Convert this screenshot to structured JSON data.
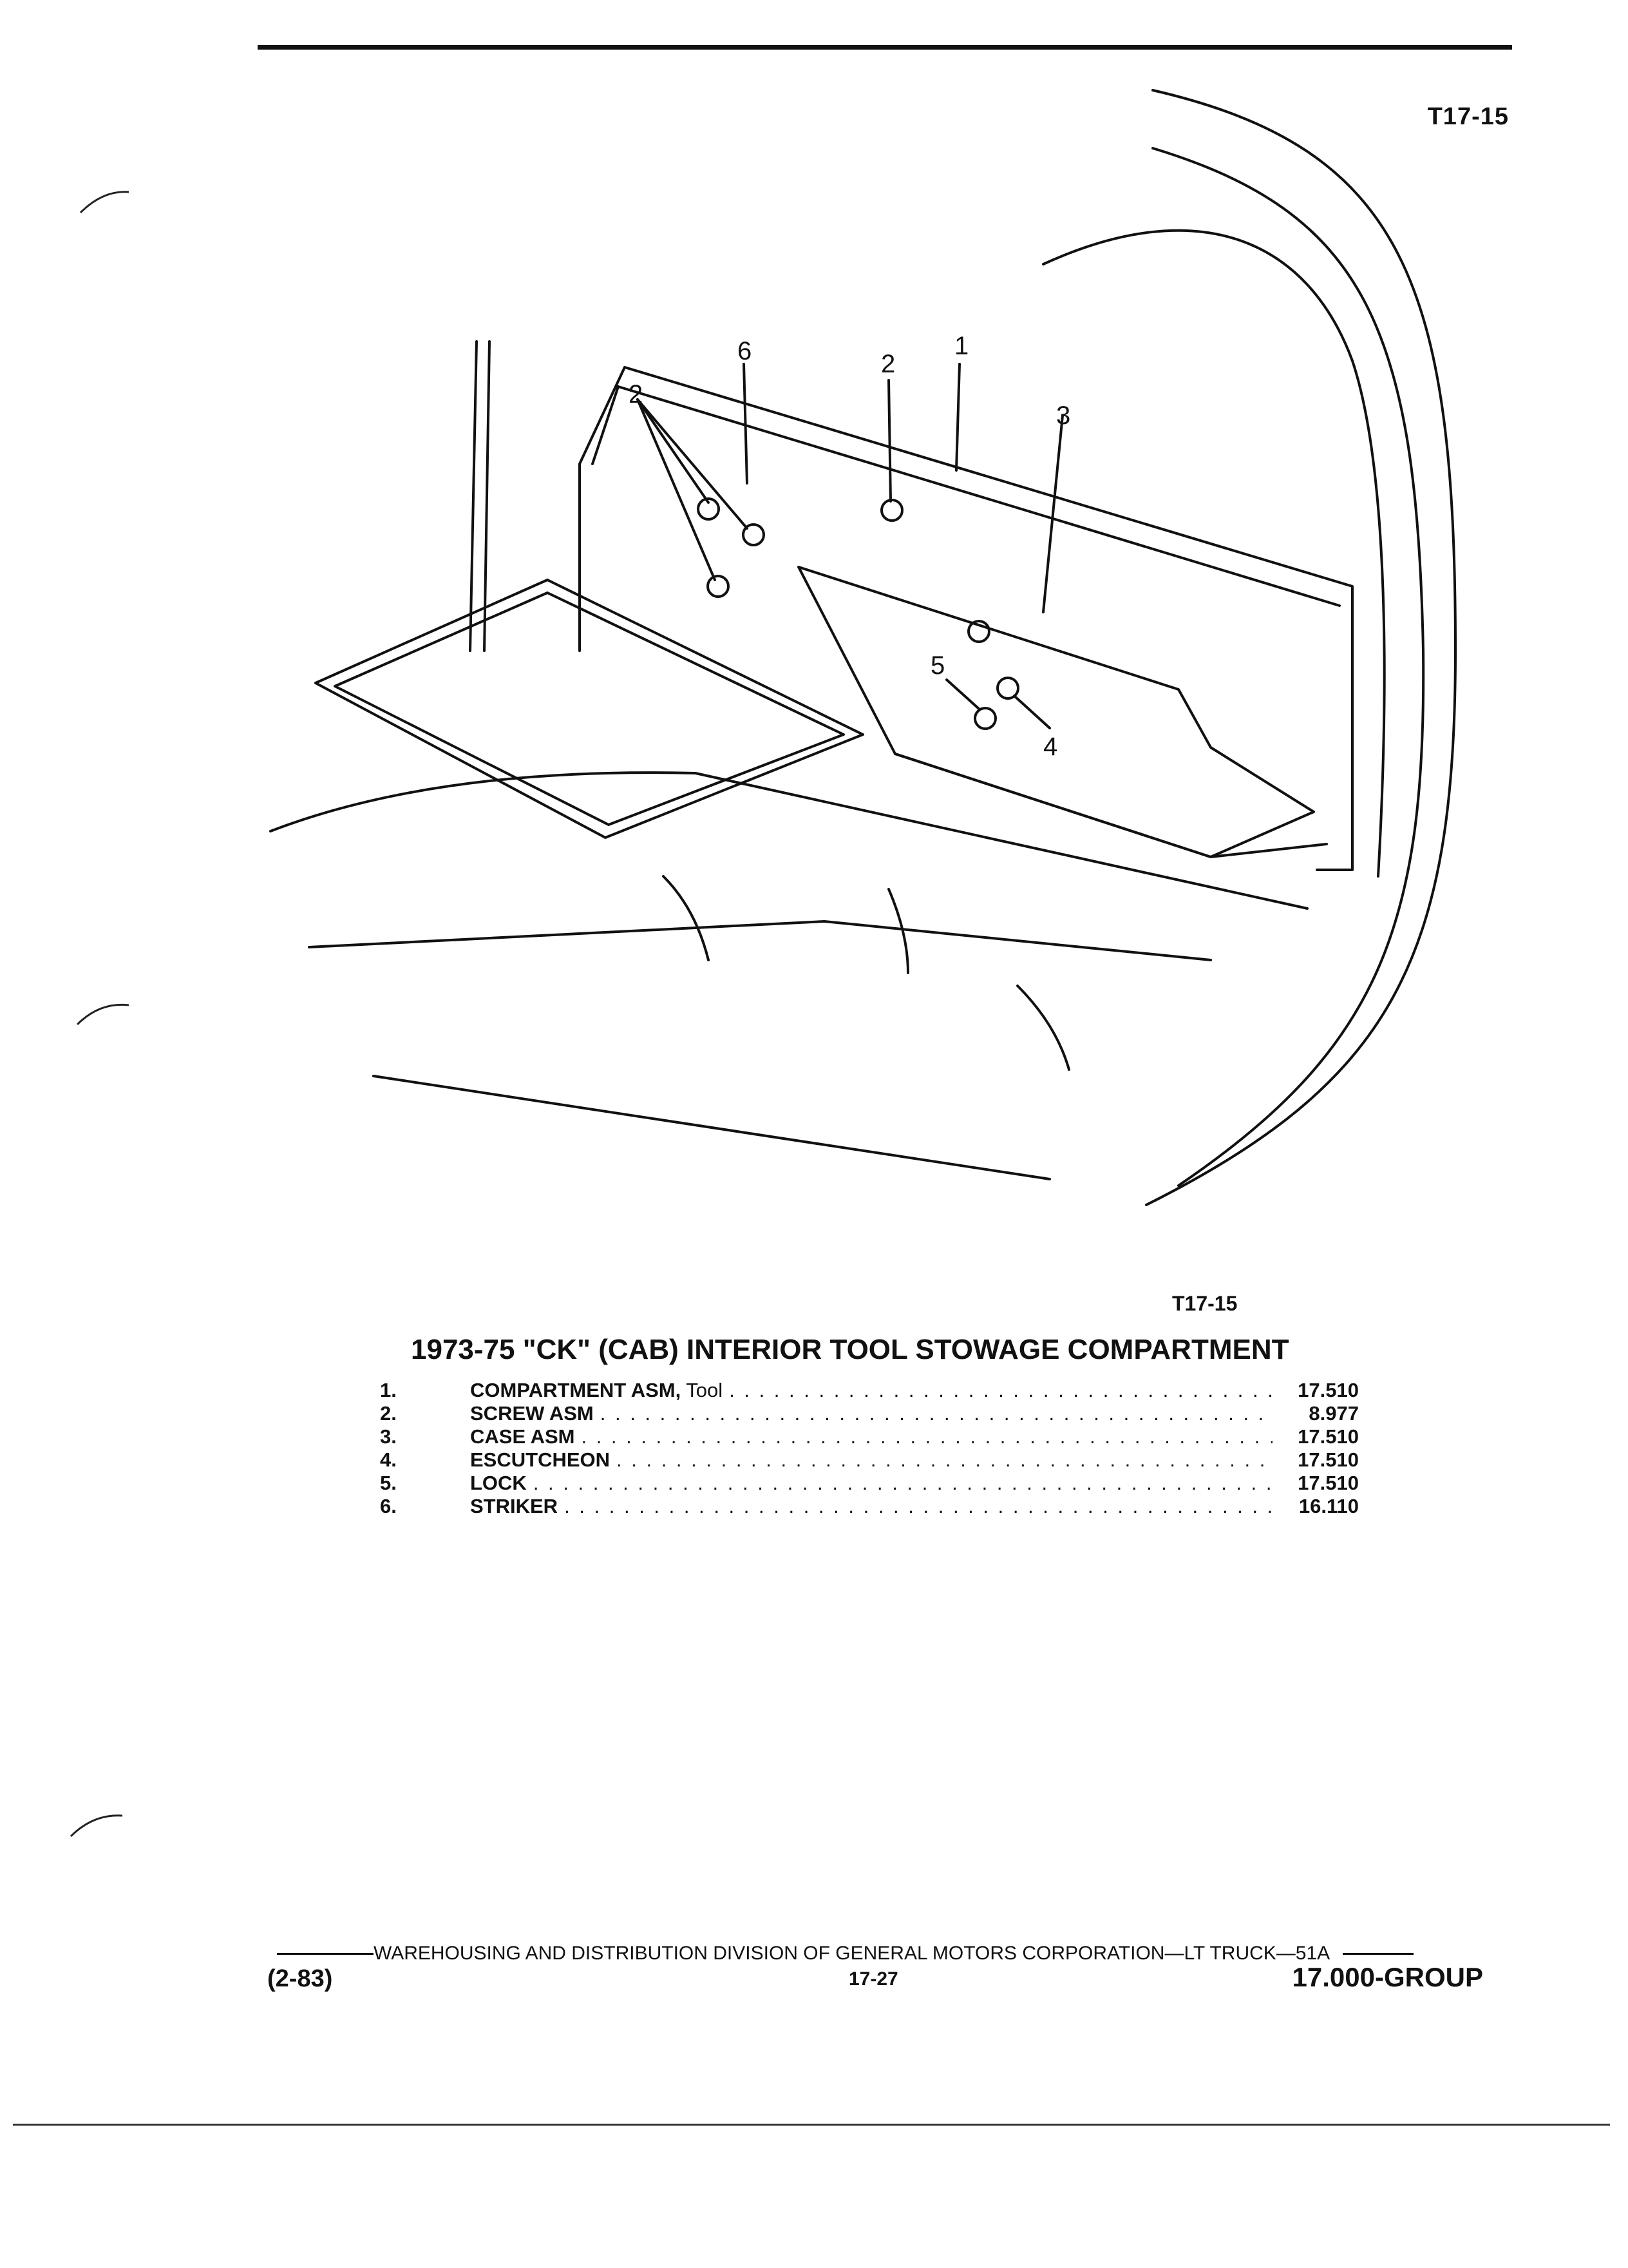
{
  "header": {
    "page_code": "T17-15"
  },
  "figure": {
    "callouts": [
      "1",
      "2",
      "2",
      "3",
      "4",
      "5",
      "6"
    ],
    "figure_code": "T17-15"
  },
  "title": "1973-75 \"CK\" (CAB) INTERIOR TOOL STOWAGE COMPARTMENT",
  "parts": [
    {
      "num": "1.",
      "name": "COMPARTMENT ASM,",
      "sub": " Tool",
      "group": "17.510"
    },
    {
      "num": "2.",
      "name": "SCREW ASM",
      "sub": "",
      "group": "8.977"
    },
    {
      "num": "3.",
      "name": "CASE ASM",
      "sub": "",
      "group": "17.510"
    },
    {
      "num": "4.",
      "name": "ESCUTCHEON",
      "sub": "",
      "group": "17.510"
    },
    {
      "num": "5.",
      "name": "LOCK",
      "sub": "",
      "group": "17.510"
    },
    {
      "num": "6.",
      "name": "STRIKER",
      "sub": "",
      "group": "16.110"
    }
  ],
  "footer": {
    "line": "WAREHOUSING AND DISTRIBUTION  DIVISION OF GENERAL MOTORS CORPORATION—LT TRUCK—51A",
    "date": "(2-83)",
    "page": "17-27",
    "group": "17.000-GROUP"
  }
}
